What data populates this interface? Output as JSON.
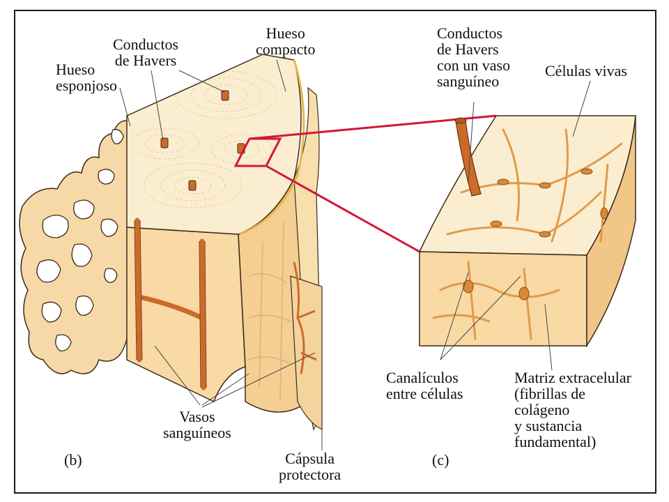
{
  "panel_b": {
    "letter": "(b)",
    "labels": {
      "hueso_esponjoso": [
        "Hueso",
        "esponjoso"
      ],
      "conductos_havers": [
        "Conductos",
        "de Havers"
      ],
      "hueso_compacto": [
        "Hueso",
        "compacto"
      ],
      "vasos_sanguineos": [
        "Vasos",
        "sanguíneos"
      ],
      "capsula_protectora": [
        "Cápsula",
        "protectora"
      ]
    }
  },
  "panel_c": {
    "letter": "(c)",
    "labels": {
      "conductos_vaso": [
        "Conductos",
        "de Havers",
        "con un vaso",
        "sanguíneo"
      ],
      "celulas_vivas": [
        "Células vivas"
      ],
      "canaliculos": [
        "Canalículos",
        "entre células"
      ],
      "matriz": [
        "Matriz extracelular",
        "(fibrillas de",
        "colágeno",
        "y sustancia",
        "fundamental)"
      ]
    }
  },
  "colors": {
    "bone_top": "#fbeed0",
    "bone_side": "#f9d9a4",
    "bone_dark": "#f1c27e",
    "vessel": "#cc6a2c",
    "zoom_line": "#d4143a",
    "outline": "#3a2a1a"
  }
}
